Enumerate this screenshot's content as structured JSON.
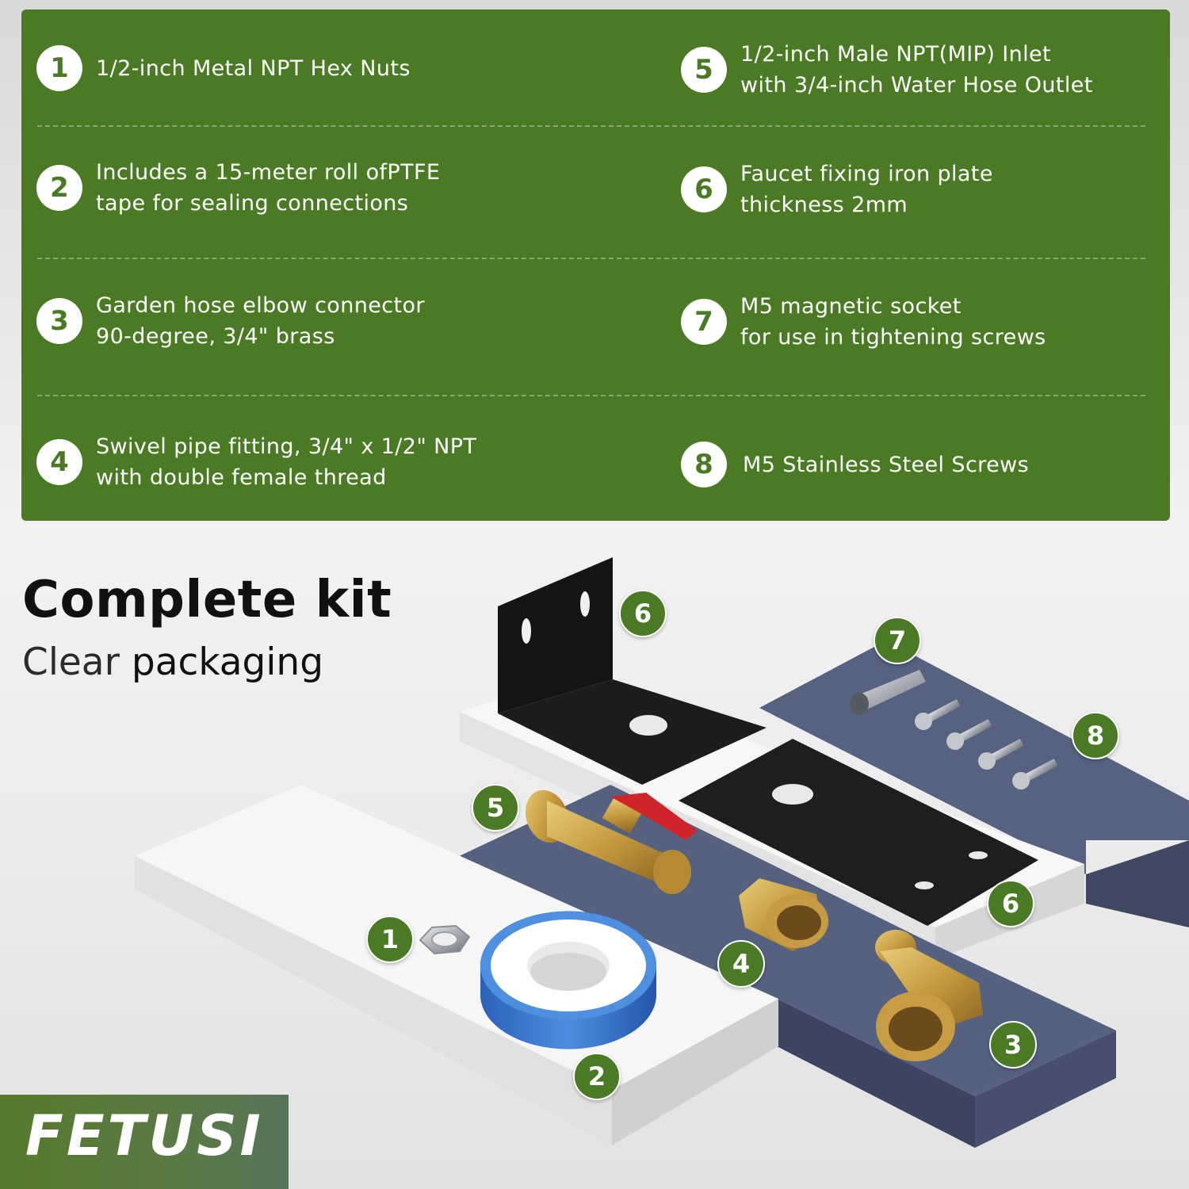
{
  "features": {
    "left": [
      {
        "num": "1",
        "line1": "1/2-inch Metal NPT Hex Nuts",
        "line2": ""
      },
      {
        "num": "2",
        "line1": "Includes a 15-meter roll ofPTFE",
        "line2": "tape for sealing connections"
      },
      {
        "num": "3",
        "line1": "Garden hose elbow connector",
        "line2": "90-degree, 3/4\" brass"
      },
      {
        "num": "4",
        "line1": "Swivel pipe fitting, 3/4\" x 1/2\" NPT",
        "line2": "with double female thread"
      }
    ],
    "right": [
      {
        "num": "5",
        "line1": "1/2-inch Male NPT(MIP) Inlet",
        "line2": "with 3/4-inch Water Hose Outlet"
      },
      {
        "num": "6",
        "line1": "Faucet fixing iron plate",
        "line2": "thickness 2mm"
      },
      {
        "num": "7",
        "line1": "M5 magnetic socket",
        "line2": "for use in tightening screws"
      },
      {
        "num": "8",
        "line1": "M5 Stainless Steel Screws",
        "line2": ""
      }
    ]
  },
  "headline": {
    "title": "Complete kit",
    "subtitle_1": "Clear",
    "subtitle_2": "packaging"
  },
  "scene_badges": {
    "b6_top": "6",
    "b7": "7",
    "b8": "8",
    "b5": "5",
    "b6_bottom": "6",
    "b1": "1",
    "b4": "4",
    "b3": "3",
    "b2": "2"
  },
  "brand": {
    "logo": "FETUSI"
  },
  "colors": {
    "panel_green": "#4b7a25",
    "navy_board": "#56627f",
    "white_board": "#f4f4f4",
    "brass": "#c9a24a"
  }
}
